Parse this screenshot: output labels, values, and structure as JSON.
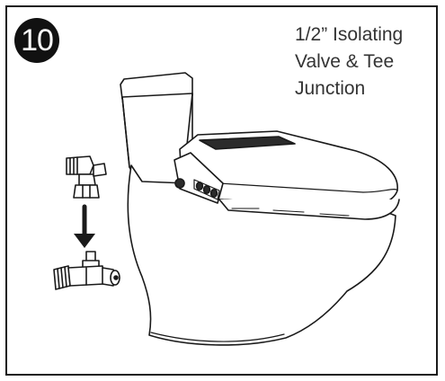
{
  "step": {
    "number": "10"
  },
  "caption": {
    "lines": [
      "1/2” Isolating",
      "Valve & Tee",
      "Junction"
    ]
  },
  "illustration": {
    "line_color": "#1a1a1a",
    "fill_color": "#ffffff",
    "panel_color": "#2b2b2b"
  }
}
